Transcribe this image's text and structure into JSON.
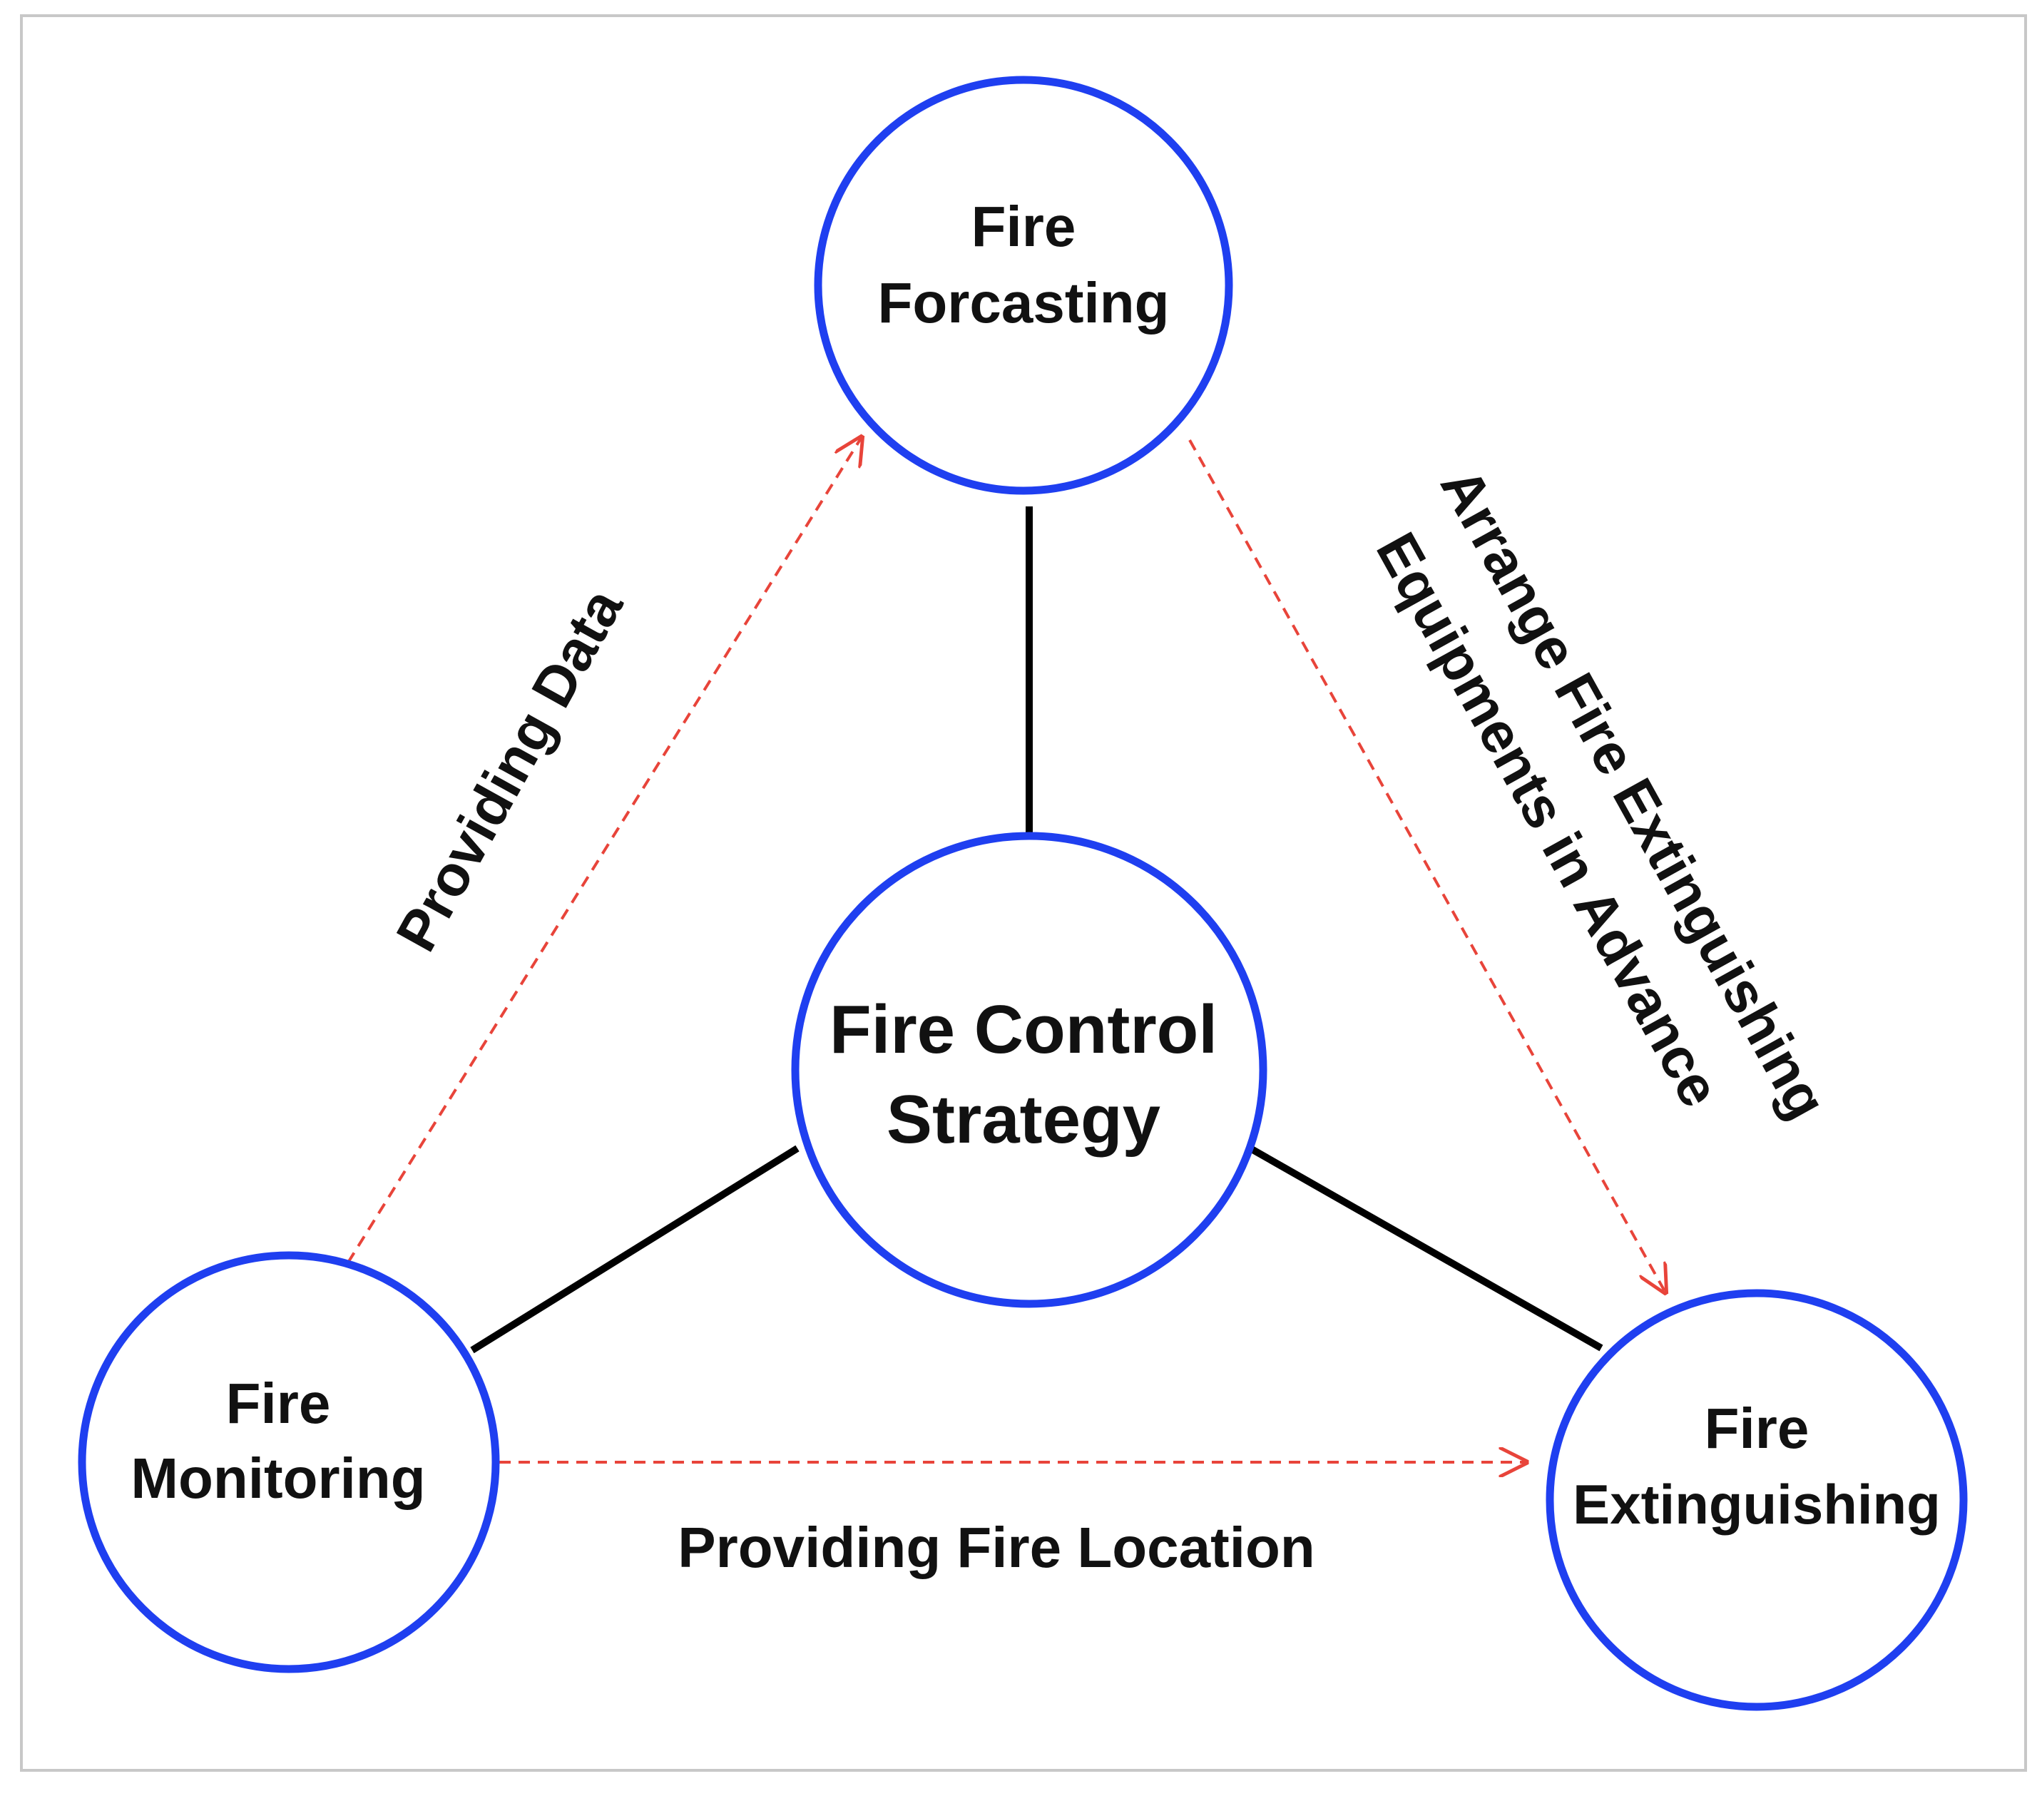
{
  "colors": {
    "node_stroke": "#1f3ff0",
    "link_stroke": "#000000",
    "flow_stroke": "#e8443a",
    "frame_stroke": "#c8c8c8",
    "text": "#111111"
  },
  "nodes": {
    "center": {
      "line1": "Fire Control",
      "line2": "Strategy"
    },
    "forecasting": {
      "line1": "Fire",
      "line2": "Forcasting"
    },
    "monitoring": {
      "line1": "Fire",
      "line2": "Monitoring"
    },
    "extinguishing": {
      "line1": "Fire",
      "line2": "Extinguishing"
    }
  },
  "edges": {
    "providing_data": "Providing Data",
    "arrange_line1": "Arrange Fire Extinguishing",
    "arrange_line2": "Equipments in Advance",
    "providing_location": "Providing Fire Location"
  }
}
